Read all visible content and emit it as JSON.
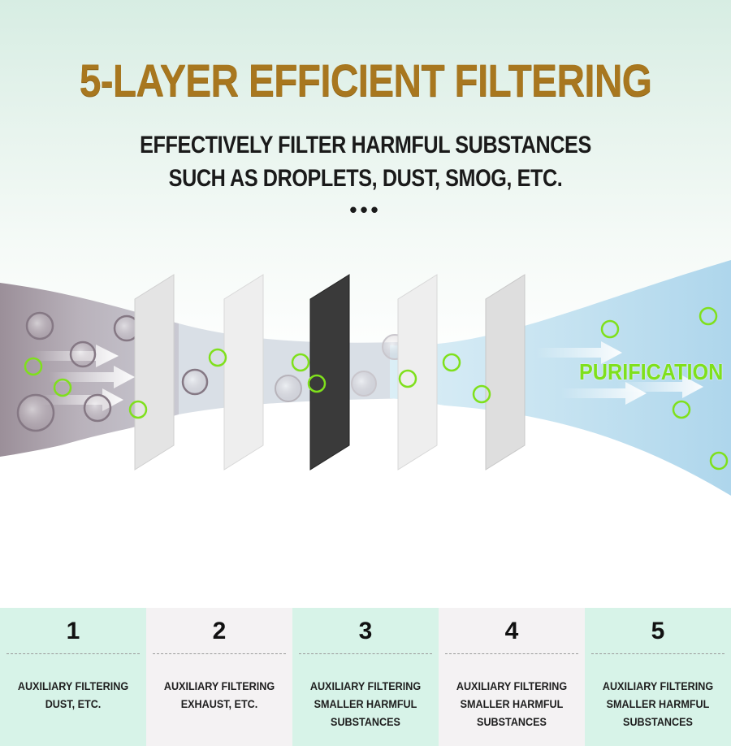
{
  "header": {
    "title": "5-LAYER EFFICIENT FILTERING",
    "subtitle_line1": "EFFECTIVELY FILTER HARMFUL SUBSTANCES",
    "subtitle_line2": "SUCH AS DROPLETS, DUST, SMOG, ETC.",
    "ellipsis": "•••"
  },
  "diagram": {
    "output_label": "PURIFICATION",
    "layer_colors": [
      "#e4e4e4",
      "#eeeeee",
      "#3a3a3a",
      "#eeeeee",
      "#dedede"
    ],
    "particle_dirty_color": "#8a7d88",
    "particle_clean_color": "#7fe01c",
    "icons": [
      "filter-layer",
      "dust-particle",
      "clean-particle",
      "airflow-arrow"
    ]
  },
  "layers": [
    {
      "number": "1",
      "line1": "AUXILIARY FILTERING",
      "line2": "DUST, ETC.",
      "line3": ""
    },
    {
      "number": "2",
      "line1": "AUXILIARY FILTERING",
      "line2": "EXHAUST, ETC.",
      "line3": ""
    },
    {
      "number": "3",
      "line1": "AUXILIARY FILTERING",
      "line2": "SMALLER HARMFUL",
      "line3": "SUBSTANCES"
    },
    {
      "number": "4",
      "line1": "AUXILIARY FILTERING",
      "line2": "SMALLER HARMFUL",
      "line3": "SUBSTANCES"
    },
    {
      "number": "5",
      "line1": "AUXILIARY FILTERING",
      "line2": "SMALLER HARMFUL",
      "line3": "SUBSTANCES"
    }
  ]
}
